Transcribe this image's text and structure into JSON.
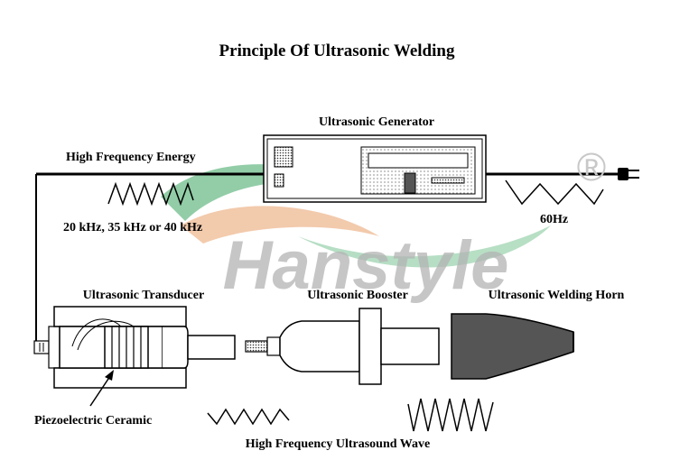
{
  "title": "Principle Of Ultrasonic Welding",
  "labels": {
    "generator": "Ultrasonic Generator",
    "energy": "High Frequency Energy",
    "frequencies": "20 kHz, 35 kHz or 40 kHz",
    "mains_frequency": "60Hz",
    "transducer": "Ultrasonic Transducer",
    "booster": "Ultrasonic Booster",
    "horn": "Ultrasonic Welding Horn",
    "ceramic": "Piezoelectric Ceramic",
    "wave": "High Frequency Ultrasound Wave"
  },
  "watermark": {
    "text": "Hanstyle",
    "registered": "®",
    "colors": {
      "green": "#3aa560",
      "orange": "#e9a06a",
      "gray": "#b4b4b4"
    }
  },
  "colors": {
    "ink": "#000000",
    "horn_fill": "#555555",
    "stipple": "#d8d8d8"
  }
}
